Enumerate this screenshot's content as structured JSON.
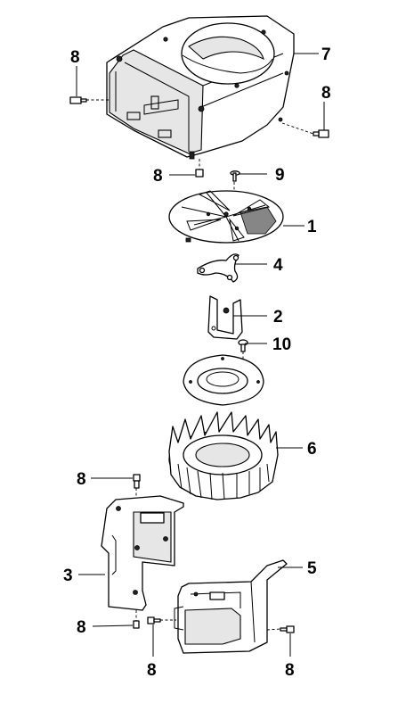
{
  "diagram": {
    "parts": [
      {
        "id": "blower-housing",
        "callout": "7"
      },
      {
        "id": "screw-housing-left",
        "callout": "8"
      },
      {
        "id": "screw-housing-right",
        "callout": "8"
      },
      {
        "id": "screw-housing-bottom",
        "callout": "8"
      },
      {
        "id": "small-screw",
        "callout": "9"
      },
      {
        "id": "rotating-screen",
        "callout": "1"
      },
      {
        "id": "spring-clip",
        "callout": "4"
      },
      {
        "id": "screen-bracket",
        "callout": "2"
      },
      {
        "id": "bracket-screw",
        "callout": "10"
      },
      {
        "id": "fan-hub-plate",
        "callout": "unlabeled"
      },
      {
        "id": "flywheel-fan",
        "callout": "6"
      },
      {
        "id": "screw-shroud-top",
        "callout": "8"
      },
      {
        "id": "side-shroud",
        "callout": "3"
      },
      {
        "id": "screw-shroud-bottom",
        "callout": "8"
      },
      {
        "id": "lower-shroud",
        "callout": "5"
      },
      {
        "id": "screw-lower-left",
        "callout": "8"
      },
      {
        "id": "screw-lower-right",
        "callout": "8"
      }
    ],
    "labels": {
      "p7": "7",
      "p8a": "8",
      "p8b": "8",
      "p8c": "8",
      "p9": "9",
      "p1": "1",
      "p4": "4",
      "p2": "2",
      "p10": "10",
      "p6": "6",
      "p8d": "8",
      "p3": "3",
      "p5": "5",
      "p8e": "8",
      "p8f": "8",
      "p8g": "8"
    }
  }
}
